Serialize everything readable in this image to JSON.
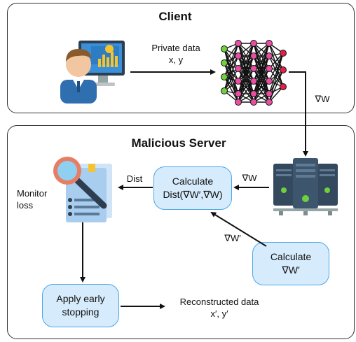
{
  "client": {
    "title": "Client",
    "private_data_line1": "Private data",
    "private_data_line2": "x, y"
  },
  "gradient_label": "∇W",
  "server": {
    "title": "Malicious Server",
    "grad_label": "∇W",
    "calc_dist_line1": "Calculate",
    "calc_dist_line2": "Dist(∇W′,∇W)",
    "dist_label": "Dist",
    "grad_prime_label": "∇W′",
    "calc_grad_line1": "Calculate",
    "calc_grad_line2": "∇W′",
    "monitor_line1": "Monitor",
    "monitor_line2": "loss",
    "early_stop_line1": "Apply early",
    "early_stop_line2": "stopping",
    "reconstructed_line1": "Reconstructed data",
    "reconstructed_line2": "x′, y′"
  },
  "icons": {
    "user_computer": "user-at-computer-icon",
    "neural_network": "neural-network-icon",
    "server_rack": "server-rack-icon",
    "magnifier_document": "magnifier-document-icon"
  },
  "colors": {
    "box_fill": "#d6ebfb",
    "box_border": "#4aa7ea",
    "node_red": "#e0204a",
    "node_green": "#6fcf3c",
    "node_pink": "#e84fa0"
  }
}
